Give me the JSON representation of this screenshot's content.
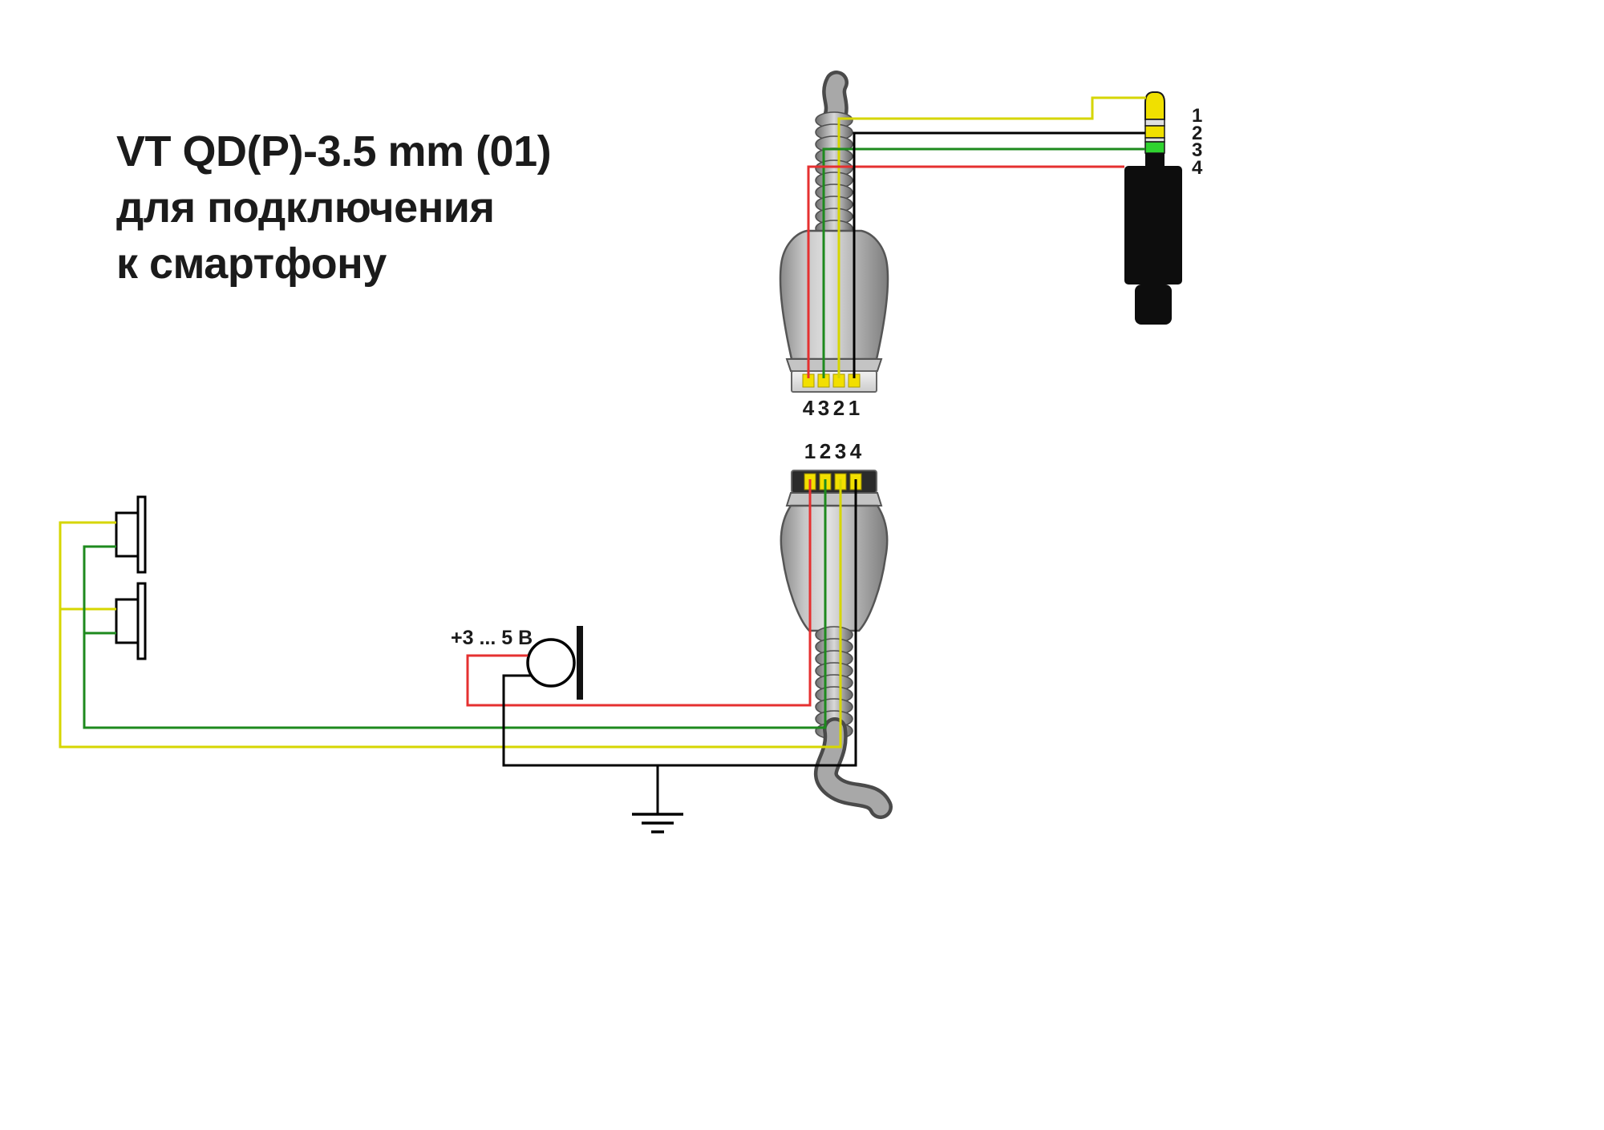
{
  "title": {
    "line1": "VT QD(P)-3.5 mm (01)",
    "line2": "для подключения",
    "line3": "к смартфону"
  },
  "connector_top": {
    "pin_labels": [
      "4",
      "3",
      "2",
      "1"
    ],
    "pin_color": "#f2df00"
  },
  "connector_bottom": {
    "pin_labels": [
      "1",
      "2",
      "3",
      "4"
    ],
    "pin_color": "#f2df00"
  },
  "jack": {
    "contact_labels": [
      "1",
      "2",
      "3",
      "4"
    ],
    "tip_color": "#f0e000",
    "ring2_color": "#f0e000",
    "ring3_color": "#2fd32f",
    "body_color": "#0d0d0d"
  },
  "microphone": {
    "voltage_label": "+3 ... 5 В"
  },
  "wires": {
    "colors": {
      "yellow": "#d6d600",
      "green": "#1e8a1e",
      "red": "#e53030",
      "black": "#000000"
    },
    "connections": [
      {
        "color": "yellow",
        "from": "speakers",
        "to": "jack contact 1 (tip)"
      },
      {
        "color": "black",
        "from": "ground",
        "to": "jack contact 2"
      },
      {
        "color": "green",
        "from": "speakers",
        "to": "jack contact 3"
      },
      {
        "color": "red",
        "from": "microphone +3 ... 5 В",
        "to": "jack contact 4 (sleeve)"
      }
    ]
  }
}
